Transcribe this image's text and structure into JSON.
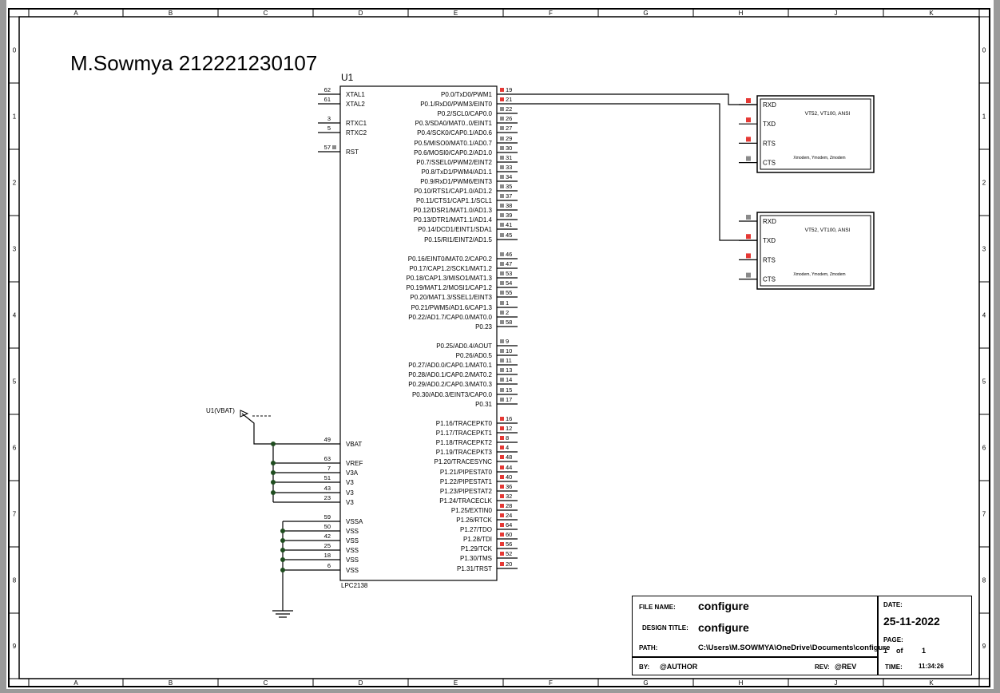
{
  "sheet": {
    "col_labels": [
      "A",
      "B",
      "C",
      "D",
      "E",
      "F",
      "G",
      "H",
      "J",
      "K"
    ],
    "row_labels": [
      "0",
      "1",
      "2",
      "3",
      "4",
      "5",
      "6",
      "7",
      "8",
      "9"
    ]
  },
  "title": "M.Sowmya 212221230107",
  "chip": {
    "ref": "U1",
    "part": "LPC2138",
    "left_pins": [
      {
        "num": "62",
        "name": "XTAL1"
      },
      {
        "num": "61",
        "name": "XTAL2"
      },
      {
        "num": "3",
        "name": "RTXC1"
      },
      {
        "num": "5",
        "name": "RTXC2"
      },
      {
        "num": "57",
        "name": "RST"
      },
      {
        "num": "49",
        "name": "VBAT"
      },
      {
        "num": "63",
        "name": "VREF"
      },
      {
        "num": "7",
        "name": "V3A"
      },
      {
        "num": "51",
        "name": "V3"
      },
      {
        "num": "43",
        "name": "V3"
      },
      {
        "num": "23",
        "name": "V3"
      },
      {
        "num": "59",
        "name": "VSSA"
      },
      {
        "num": "50",
        "name": "VSS"
      },
      {
        "num": "42",
        "name": "VSS"
      },
      {
        "num": "25",
        "name": "VSS"
      },
      {
        "num": "18",
        "name": "VSS"
      },
      {
        "num": "6",
        "name": "VSS"
      }
    ],
    "right_pins": [
      {
        "num": "19",
        "name": "P0.0/TxD0/PWM1",
        "c": "red"
      },
      {
        "num": "21",
        "name": "P0.1/RxD0/PWM3/EINT0",
        "c": "red"
      },
      {
        "num": "22",
        "name": "P0.2/SCL0/CAP0.0",
        "c": "gray"
      },
      {
        "num": "26",
        "name": "P0.3/SDA0/MAT0..0/EINT1",
        "c": "gray"
      },
      {
        "num": "27",
        "name": "P0.4/SCK0/CAP0.1/AD0.6",
        "c": "gray"
      },
      {
        "num": "29",
        "name": "P0.5/MISO0/MAT0.1/AD0.7",
        "c": "gray"
      },
      {
        "num": "30",
        "name": "P0.6/MOSI0/CAP0.2/AD1.0",
        "c": "gray"
      },
      {
        "num": "31",
        "name": "P0.7/SSEL0/PWM2/EINT2",
        "c": "gray"
      },
      {
        "num": "33",
        "name": "P0.8/TxD1/PWM4/AD1.1",
        "c": "gray"
      },
      {
        "num": "34",
        "name": "P0.9/RxD1/PWM6/EINT3",
        "c": "gray"
      },
      {
        "num": "35",
        "name": "P0.10/RTS1/CAP1.0/AD1.2",
        "c": "gray"
      },
      {
        "num": "37",
        "name": "P0.11/CTS1/CAP1.1/SCL1",
        "c": "gray"
      },
      {
        "num": "38",
        "name": "P0.12/DSR1/MAT1.0/AD1.3",
        "c": "gray"
      },
      {
        "num": "39",
        "name": "P0.13/DTR1/MAT1.1/AD1.4",
        "c": "gray"
      },
      {
        "num": "41",
        "name": "P0.14/DCD1/EINT1/SDA1",
        "c": "gray"
      },
      {
        "num": "45",
        "name": "P0.15/RI1/EINT2/AD1.5",
        "c": "gray"
      },
      {
        "num": "46",
        "name": "P0.16/EINT0/MAT0.2/CAP0.2",
        "c": "gray"
      },
      {
        "num": "47",
        "name": "P0.17/CAP1.2/SCK1/MAT1.2",
        "c": "gray"
      },
      {
        "num": "53",
        "name": "P0.18/CAP1.3/MISO1/MAT1.3",
        "c": "gray"
      },
      {
        "num": "54",
        "name": "P0.19/MAT1.2/MOSI1/CAP1.2",
        "c": "gray"
      },
      {
        "num": "55",
        "name": "P0.20/MAT1.3/SSEL1/EINT3",
        "c": "gray"
      },
      {
        "num": "1",
        "name": "P0.21/PWM5/AD1.6/CAP1.3",
        "c": "gray"
      },
      {
        "num": "2",
        "name": "P0.22/AD1.7/CAP0.0/MAT0.0",
        "c": "gray"
      },
      {
        "num": "58",
        "name": "P0.23",
        "c": "gray"
      },
      {
        "num": "9",
        "name": "P0.25/AD0.4/AOUT",
        "c": "gray"
      },
      {
        "num": "10",
        "name": "P0.26/AD0.5",
        "c": "gray"
      },
      {
        "num": "11",
        "name": "P0.27/AD0.0/CAP0.1/MAT0.1",
        "c": "gray"
      },
      {
        "num": "13",
        "name": "P0.28/AD0.1/CAP0.2/MAT0.2",
        "c": "gray"
      },
      {
        "num": "14",
        "name": "P0.29/AD0.2/CAP0.3/MAT0.3",
        "c": "gray"
      },
      {
        "num": "15",
        "name": "P0.30/AD0.3/EINT3/CAP0.0",
        "c": "gray"
      },
      {
        "num": "17",
        "name": "P0.31",
        "c": "gray"
      },
      {
        "num": "16",
        "name": "P1.16/TRACEPKT0",
        "c": "red"
      },
      {
        "num": "12",
        "name": "P1.17/TRACEPKT1",
        "c": "red"
      },
      {
        "num": "8",
        "name": "P1.18/TRACEPKT2",
        "c": "red"
      },
      {
        "num": "4",
        "name": "P1.19/TRACEPKT3",
        "c": "red"
      },
      {
        "num": "48",
        "name": "P1.20/TRACESYNC",
        "c": "red"
      },
      {
        "num": "44",
        "name": "P1.21/PIPESTAT0",
        "c": "red"
      },
      {
        "num": "40",
        "name": "P1.22/PIPESTAT1",
        "c": "red"
      },
      {
        "num": "36",
        "name": "P1.23/PIPESTAT2",
        "c": "red"
      },
      {
        "num": "32",
        "name": "P1.24/TRACECLK",
        "c": "red"
      },
      {
        "num": "28",
        "name": "P1.25/EXTIN0",
        "c": "red"
      },
      {
        "num": "24",
        "name": "P1.26/RTCK",
        "c": "red"
      },
      {
        "num": "64",
        "name": "P1.27/TDO",
        "c": "red"
      },
      {
        "num": "60",
        "name": "P1.28/TDI",
        "c": "red"
      },
      {
        "num": "56",
        "name": "P1.29/TCK",
        "c": "red"
      },
      {
        "num": "52",
        "name": "P1.30/TMS",
        "c": "red"
      },
      {
        "num": "20",
        "name": "P1.31/TRST",
        "c": "red"
      }
    ]
  },
  "vbat_label": "U1(VBAT)",
  "terminals": [
    {
      "pins": [
        {
          "name": "RXD",
          "c": "red"
        },
        {
          "name": "TXD",
          "c": "red"
        },
        {
          "name": "RTS",
          "c": "red"
        },
        {
          "name": "CTS",
          "c": "gray"
        }
      ],
      "caption": "VT52, VT100, ANSI",
      "footer": "Xmodem, Ymodem, Zmodem"
    },
    {
      "pins": [
        {
          "name": "RXD",
          "c": "gray"
        },
        {
          "name": "TXD",
          "c": "red"
        },
        {
          "name": "RTS",
          "c": "red"
        },
        {
          "name": "CTS",
          "c": "gray"
        }
      ],
      "caption": "VT52, VT100, ANSI",
      "footer": "Xmodem, Ymodem, Zmodem"
    }
  ],
  "title_block": {
    "file_name_label": "FILE NAME:",
    "file_name": "configure",
    "design_title_label": "DESIGN TITLE:",
    "design_title": "configure",
    "path_label": "PATH:",
    "path": "C:\\Users\\M.SOWMYA\\OneDrive\\Documents\\configure",
    "by_label": "BY:",
    "by": "@AUTHOR",
    "rev_label": "REV:",
    "rev": "@REV",
    "date_label": "DATE:",
    "date": "25-11-2022",
    "page_label": "PAGE:",
    "page": "1",
    "of_label": "of",
    "pages": "1",
    "time_label": "TIME:",
    "time": "11:34:26"
  },
  "colors": {
    "pin_red": "#e53935",
    "pin_gray": "#8a8a8a",
    "line": "#000000",
    "junction": "#1f4d1f"
  }
}
